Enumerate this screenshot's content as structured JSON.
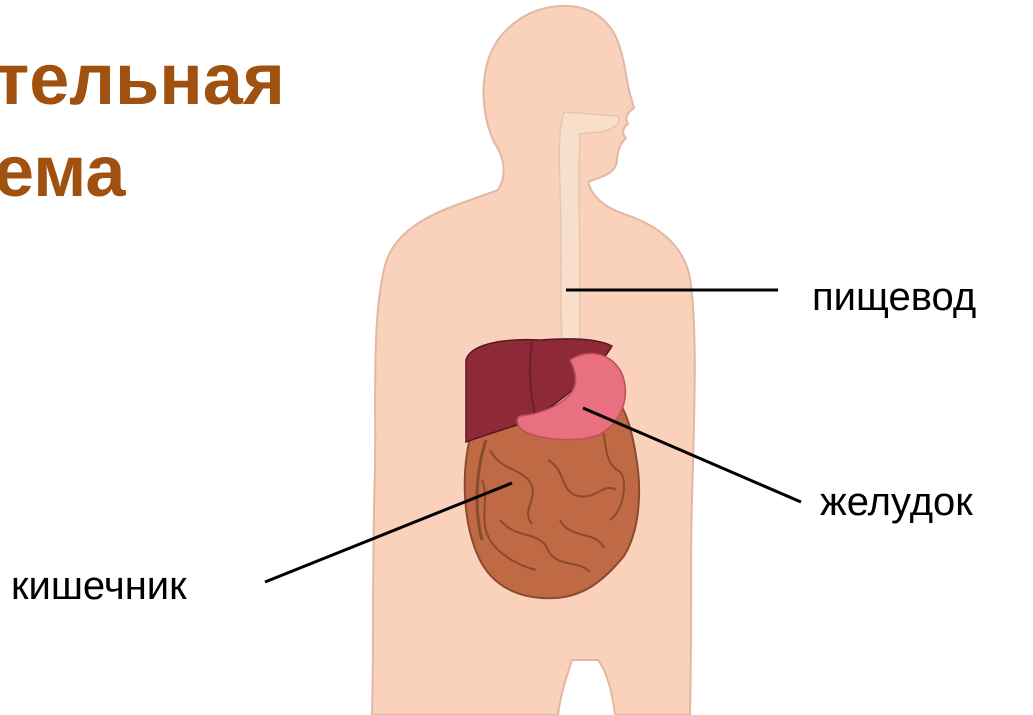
{
  "title": {
    "line1": "тельная",
    "line2": "ема",
    "color": "#A0500F"
  },
  "labels": {
    "esophagus": "пищевод",
    "stomach": "желудок",
    "intestine": "кишечник"
  },
  "colors": {
    "body": "#FAD1BB",
    "body_outline": "#E3B7A2",
    "esophagus": "#F7DFCB",
    "liver": "#8E2A38",
    "stomach": "#E9707E",
    "intestine": "#C06A45",
    "leader_line": "#000000"
  }
}
